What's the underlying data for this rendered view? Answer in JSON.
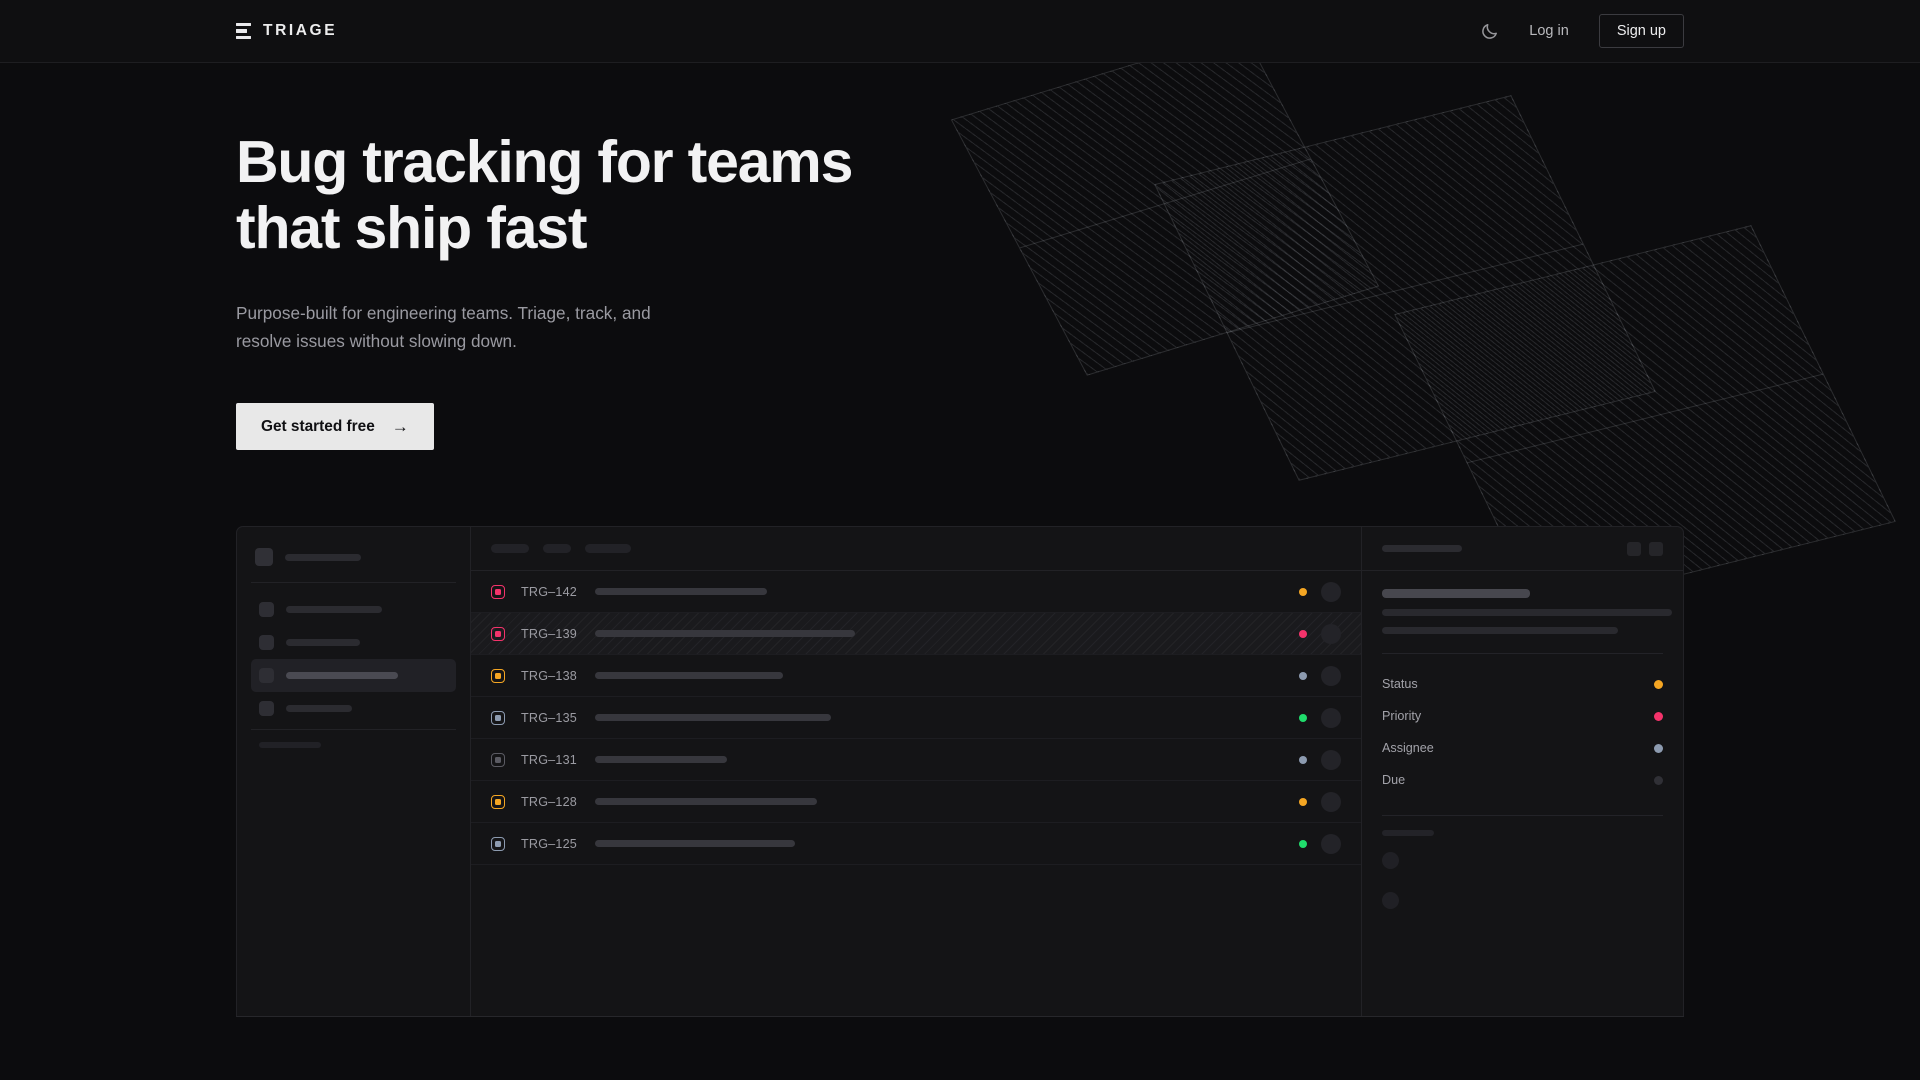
{
  "header": {
    "brand": "TRIAGE",
    "brand_icon": "stack-bars-icon",
    "theme_toggle_icon": "moon-icon",
    "login_label": "Log in",
    "signup_label": "Sign up"
  },
  "hero": {
    "title_line1": "Bug tracking for teams",
    "title_line2": "that ship fast",
    "subtitle_line1": "Purpose-built for engineering teams. Triage, track, and",
    "subtitle_line2": "resolve issues without slowing down.",
    "cta_label": "Get started free",
    "cta_arrow": "→"
  },
  "colors": {
    "page_bg": "#0c0c0e",
    "header_bg": "#0f0f11",
    "accent_orange": "#f5a623",
    "accent_pink": "#f4336b",
    "accent_green": "#20dd6c",
    "accent_slate": "#8d9bb0",
    "accent_muted": "#3a3a40",
    "cta_bg": "#e8e8e8"
  },
  "app_mockup": {
    "sidebar": {
      "nav_items": [
        {
          "name": "nav-1",
          "width": 96,
          "active": false
        },
        {
          "name": "nav-2",
          "width": 74,
          "active": false
        },
        {
          "name": "nav-3",
          "width": 112,
          "active": true
        },
        {
          "name": "nav-4",
          "width": 66,
          "active": false
        }
      ],
      "mini_items": [
        "mini-1",
        "mini-2",
        "mini-3"
      ]
    },
    "list": {
      "filter_chips": [
        38,
        28,
        46
      ],
      "rows": [
        {
          "id": "TRG–142",
          "priority_color": "#f4336b",
          "title_width": 172,
          "status_color": "#f5a623",
          "striped": false
        },
        {
          "id": "TRG–139",
          "priority_color": "#f4336b",
          "title_width": 260,
          "status_color": "#f4336b",
          "striped": true
        },
        {
          "id": "TRG–138",
          "priority_color": "#f5a623",
          "title_width": 188,
          "status_color": "#8d9bb0",
          "striped": false
        },
        {
          "id": "TRG–135",
          "priority_color": "#8d9bb0",
          "title_width": 236,
          "status_color": "#20dd6c",
          "striped": false
        },
        {
          "id": "TRG–131",
          "priority_color": "#5b5b63",
          "title_width": 132,
          "status_color": "#8d9bb0",
          "striped": false
        },
        {
          "id": "TRG–128",
          "priority_color": "#f5a623",
          "title_width": 222,
          "status_color": "#f5a623",
          "striped": false
        },
        {
          "id": "TRG–125",
          "priority_color": "#8d9bb0",
          "title_width": 200,
          "status_color": "#20dd6c",
          "striped": false
        }
      ]
    },
    "detail": {
      "header_actions": [
        "detail-action-1",
        "detail-action-2"
      ],
      "body_lines": [
        290,
        236
      ],
      "meta": [
        {
          "label": "Status",
          "color": "#f5a623"
        },
        {
          "label": "Priority",
          "color": "#f4336b"
        },
        {
          "label": "Assignee",
          "color": "#8d9bb0"
        },
        {
          "label": "Due",
          "color": "#303036"
        }
      ],
      "comment_avatars": [
        "comment-avatar-1",
        "comment-avatar-2"
      ]
    }
  }
}
